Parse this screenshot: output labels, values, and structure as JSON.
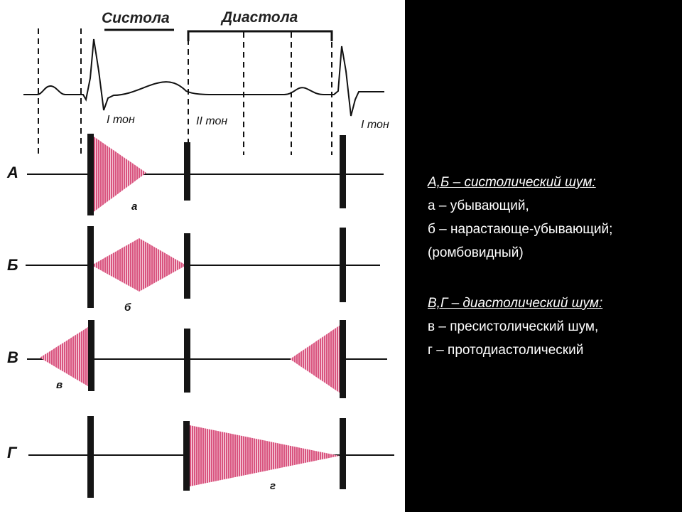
{
  "diagram": {
    "header_systole": "Систола",
    "header_diastole": "Диастола",
    "tone_1_left": "I тон",
    "tone_2": "II тон",
    "tone_1_right": "I тон",
    "rows": [
      {
        "label": "А",
        "sub": "а"
      },
      {
        "label": "Б",
        "sub": "б"
      },
      {
        "label": "В",
        "sub": "в"
      },
      {
        "label": "Г",
        "sub": "г"
      }
    ],
    "colors": {
      "murmur": "#d9547f",
      "stripe": "#f4c7d6",
      "line": "#111111"
    }
  },
  "legend": {
    "systolic_heading": "А,Б – систолический шум:",
    "systolic_items": [
      "а – убывающий,",
      "б – нарастающе-убывающий;",
      "(ромбовидный)"
    ],
    "diastolic_heading": "В,Г – диастолический шум:",
    "diastolic_items": [
      "в – пресистолический шум,",
      "г – протодиастолический"
    ]
  }
}
